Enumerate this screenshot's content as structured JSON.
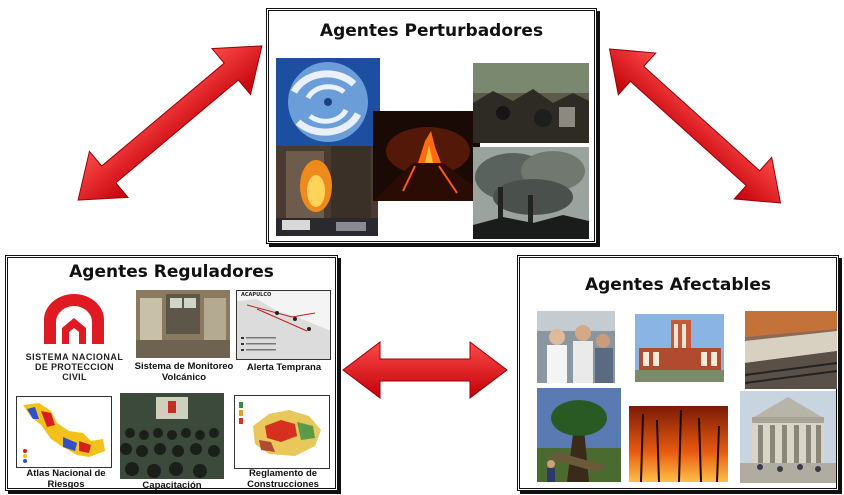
{
  "perturbadores": {
    "title": "Agentes Perturbadores"
  },
  "reguladores": {
    "title": "Agentes Reguladores",
    "logo_text": [
      "SISTEMA NACIONAL",
      "DE PROTECCION CIVIL"
    ],
    "alerta_header": "ACAPULCO",
    "captions": {
      "monitoreo": "Sistema de Monitoreo Volcánico",
      "alerta": "Alerta Temprana",
      "atlas": "Atlas Nacional de Riesgos",
      "capacitacion": "Capacitación",
      "reglamento": "Reglamento de Construcciones"
    }
  },
  "afectables": {
    "title": "Agentes Afectables"
  },
  "colors": {
    "arrow": "#e8141b",
    "border": "#111111"
  }
}
